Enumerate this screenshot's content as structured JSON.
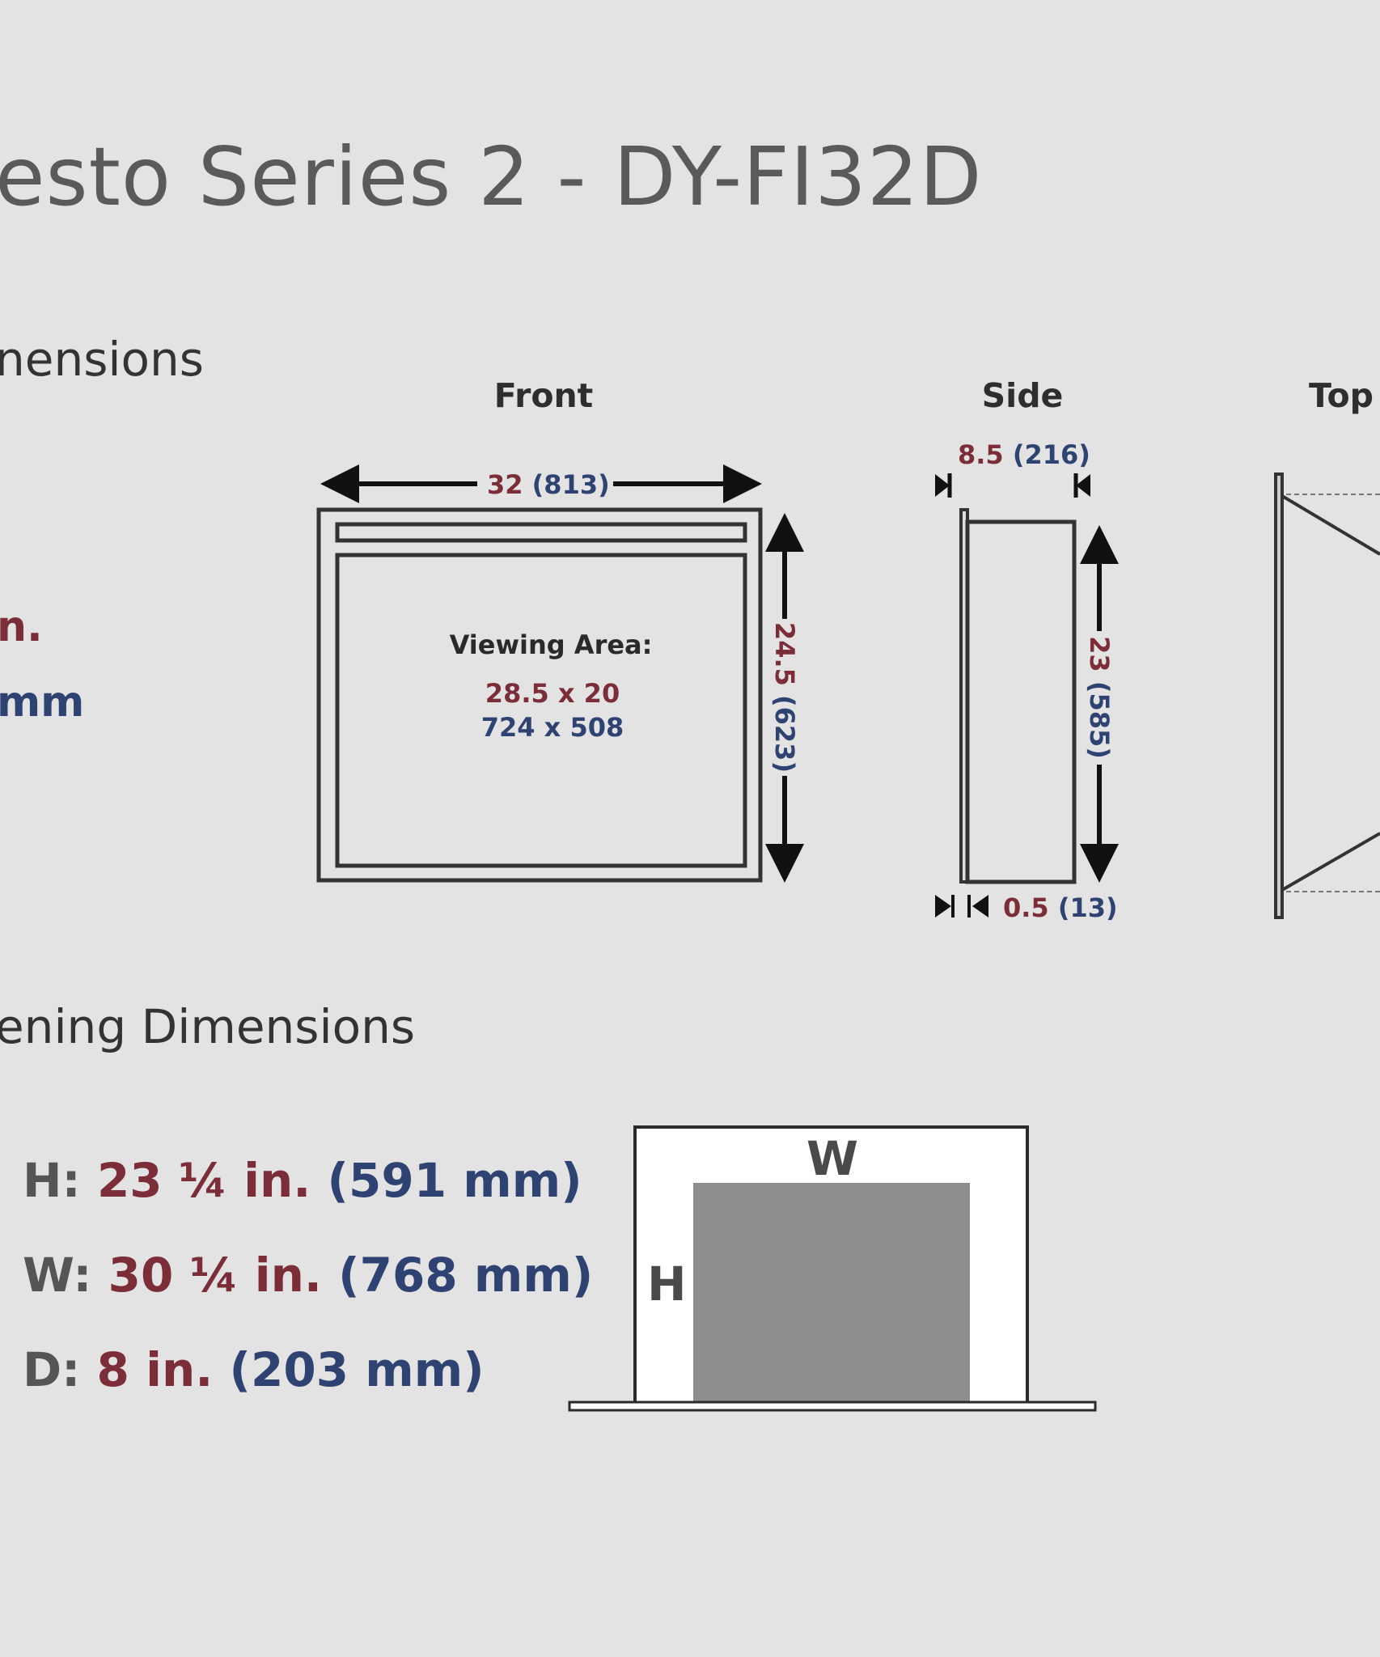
{
  "title": "esto Series 2 - DY-FI32D",
  "sections": {
    "unit_dimensions": "nensions",
    "opening_dimensions": "ening Dimensions"
  },
  "partial_left": {
    "inches_fragment": "n.",
    "mm_fragment": "mm"
  },
  "views": {
    "front": "Front",
    "side": "Side",
    "top": "Top"
  },
  "front": {
    "width_in": "32",
    "width_mm": "(813)",
    "height_in": "24.5",
    "height_mm": "(623)",
    "viewing_label": "Viewing Area:",
    "viewing_in": "28.5 x 20",
    "viewing_mm": "724 x 508"
  },
  "side": {
    "depth_in": "8.5",
    "depth_mm": "(216)",
    "height_in": "23",
    "height_mm": "(585)",
    "trim_in": "0.5",
    "trim_mm": "(13)"
  },
  "opening": {
    "rows": [
      {
        "label": "H:",
        "inches": "23 ¼ in.",
        "mm": "(591 mm)"
      },
      {
        "label": "W:",
        "inches": "30 ¼ in.",
        "mm": "(768 mm)"
      },
      {
        "label": "D:",
        "inches": "8 in.",
        "mm": "(203 mm)"
      }
    ],
    "diagram_w": "W",
    "diagram_h": "H"
  },
  "colors": {
    "imperial": "#7b2d38",
    "metric": "#2f4373",
    "background": "#e3e3e3"
  }
}
